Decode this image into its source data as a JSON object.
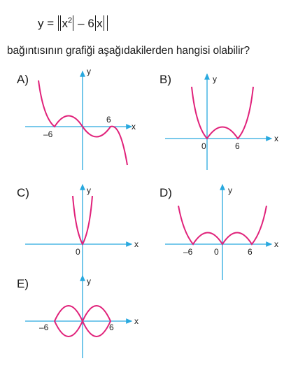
{
  "equation": {
    "lhs": "y =",
    "var": "x",
    "exp": "2",
    "minus": "– 6",
    "abs_x": "x"
  },
  "question": "bağıntısının grafiği aşağıdakilerden hangisi olabilir?",
  "colors": {
    "axis": "#29a9df",
    "curve": "#e0217a",
    "text": "#1a1a1a"
  },
  "options": [
    {
      "label": "A)",
      "x_axis": "x",
      "y_axis": "y",
      "ticks": [
        "–6",
        "6"
      ]
    },
    {
      "label": "B)",
      "x_axis": "x",
      "y_axis": "y",
      "ticks": [
        "0",
        "6"
      ]
    },
    {
      "label": "C)",
      "x_axis": "x",
      "y_axis": "y",
      "ticks": [
        "0"
      ]
    },
    {
      "label": "D)",
      "x_axis": "x",
      "y_axis": "y",
      "ticks": [
        "–6",
        "0",
        "6"
      ]
    },
    {
      "label": "E)",
      "x_axis": "x",
      "y_axis": "y",
      "ticks": [
        "–6",
        "6"
      ]
    }
  ]
}
